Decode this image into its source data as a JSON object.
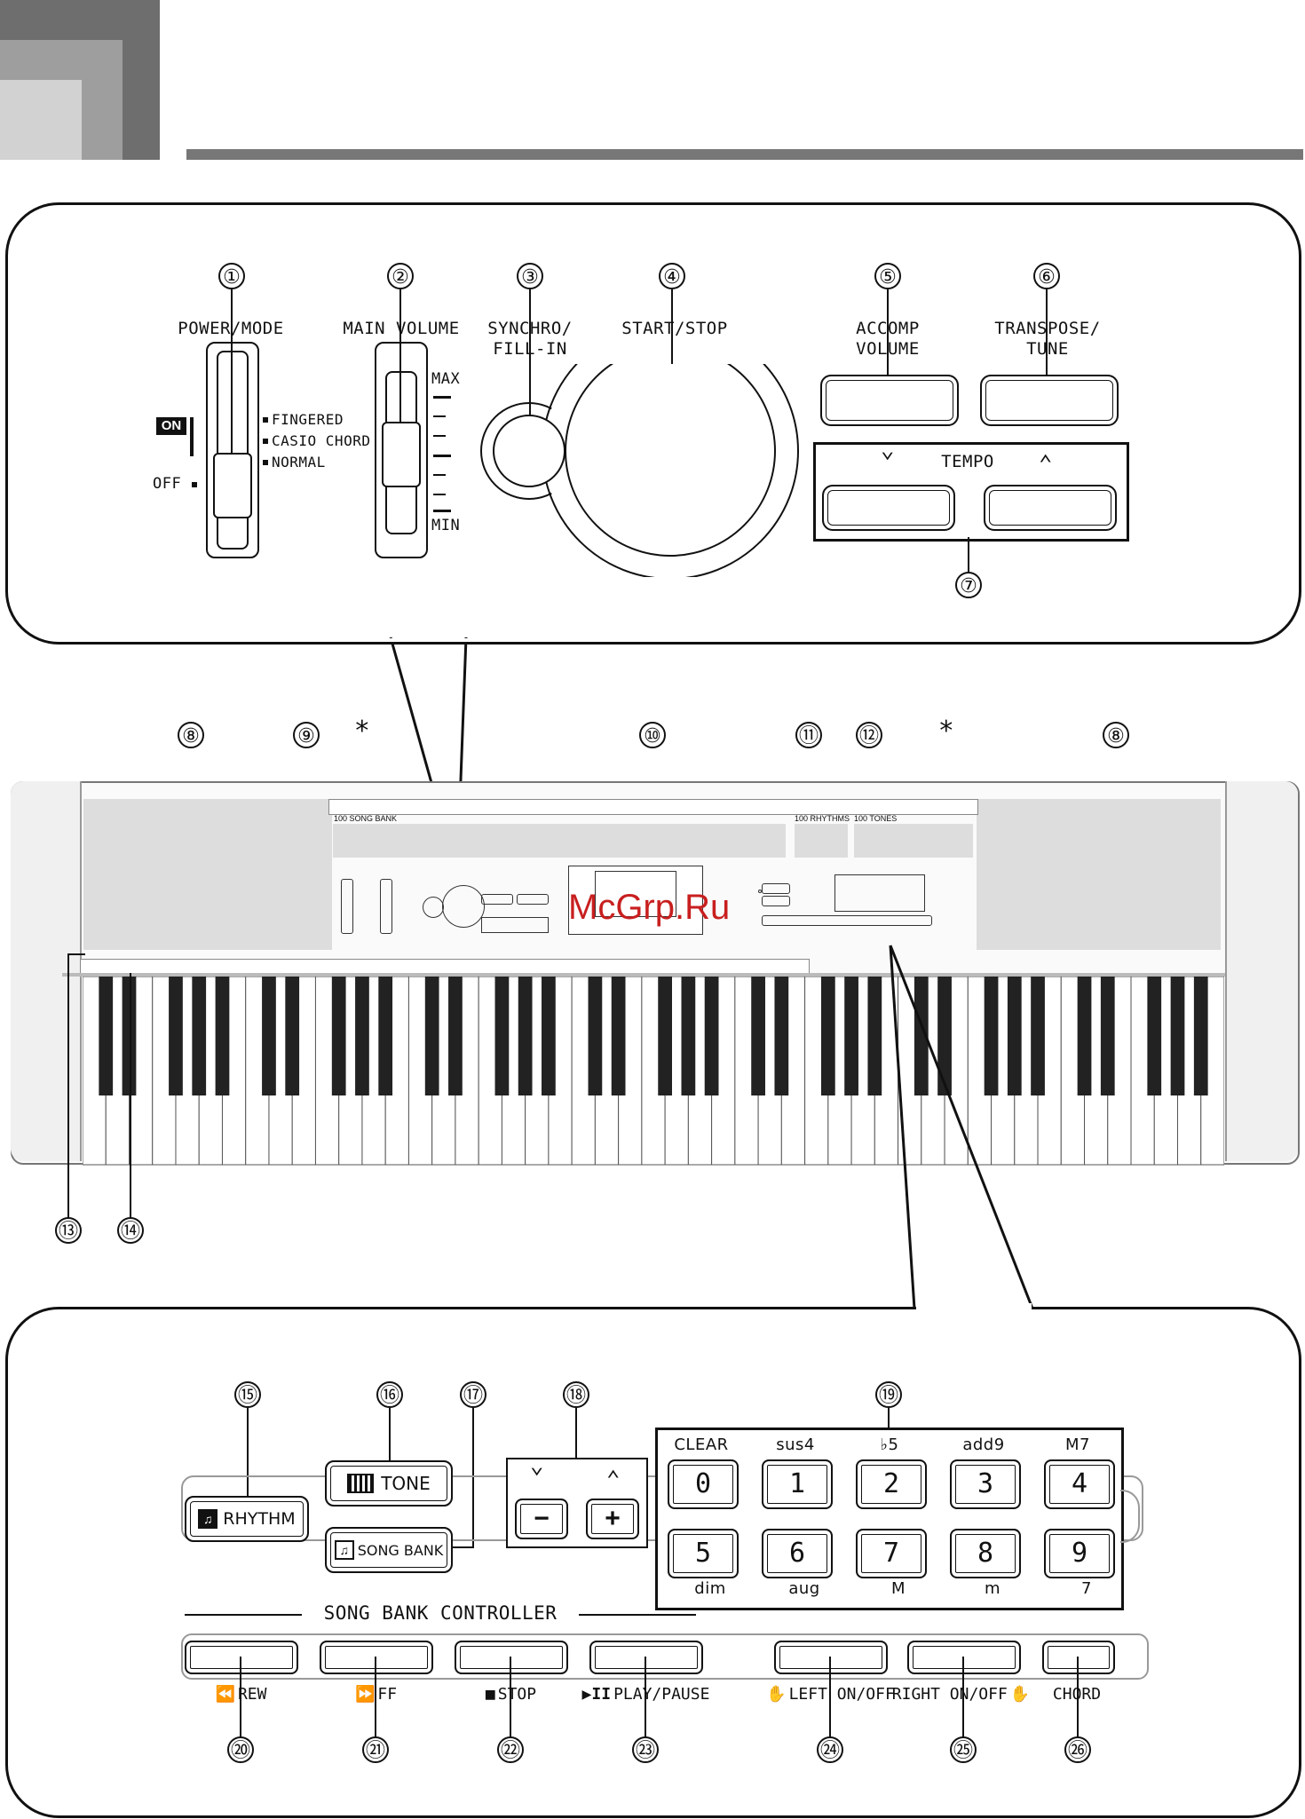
{
  "top_panel": {
    "callouts": [
      "①",
      "②",
      "③",
      "④",
      "⑤",
      "⑥",
      "⑦"
    ],
    "power_mode": "POWER/MODE",
    "on": "ON",
    "off": "OFF",
    "fingered": "FINGERED",
    "casio_chord": "CASIO CHORD",
    "normal": "NORMAL",
    "main_volume": "MAIN VOLUME",
    "max": "MAX",
    "min": "MIN",
    "synchro": "SYNCHRO/\nFILL-IN",
    "start_stop": "START/STOP",
    "accomp_volume": "ACCOMP\nVOLUME",
    "transpose": "TRANSPOSE/\nTUNE",
    "tempo": "TEMPO",
    "tempo_down": "⌄",
    "tempo_up": "⌃"
  },
  "keyboard": {
    "callouts": [
      "⑧",
      "⑨",
      "⑩",
      "⑪",
      "⑫",
      "⑧",
      "⑬",
      "⑭"
    ],
    "asterisk": "*",
    "song_bank_label": "100 SONG BANK",
    "rhythms_label": "100 RHYTHMS",
    "tones_label": "100 TONES",
    "watermark": "McGrp.Ru"
  },
  "bottom_panel": {
    "callouts": [
      "⑮",
      "⑯",
      "⑰",
      "⑱",
      "⑲",
      "⑳",
      "㉑",
      "㉒",
      "㉓",
      "㉔",
      "㉕",
      "㉖"
    ],
    "rhythm": "RHYTHM",
    "tone": "TONE",
    "song_bank": "SONG BANK",
    "down": "⌄",
    "up": "⌃",
    "minus": "−",
    "plus": "+",
    "chord_top": [
      "CLEAR",
      "sus4",
      "♭5",
      "add9",
      "M7"
    ],
    "digits_top": [
      "0",
      "1",
      "2",
      "3",
      "4"
    ],
    "digits_bottom": [
      "5",
      "6",
      "7",
      "8",
      "9"
    ],
    "chord_bottom": [
      "dim",
      "aug",
      "M",
      "m",
      "7"
    ],
    "controller_title": "SONG BANK CONTROLLER",
    "rew": "REW",
    "ff": "FF",
    "stop": "STOP",
    "play_pause": "PLAY/PAUSE",
    "left_on_off": "LEFT ON/OFF",
    "right_on_off": "RIGHT ON/OFF",
    "chord": "CHORD"
  }
}
